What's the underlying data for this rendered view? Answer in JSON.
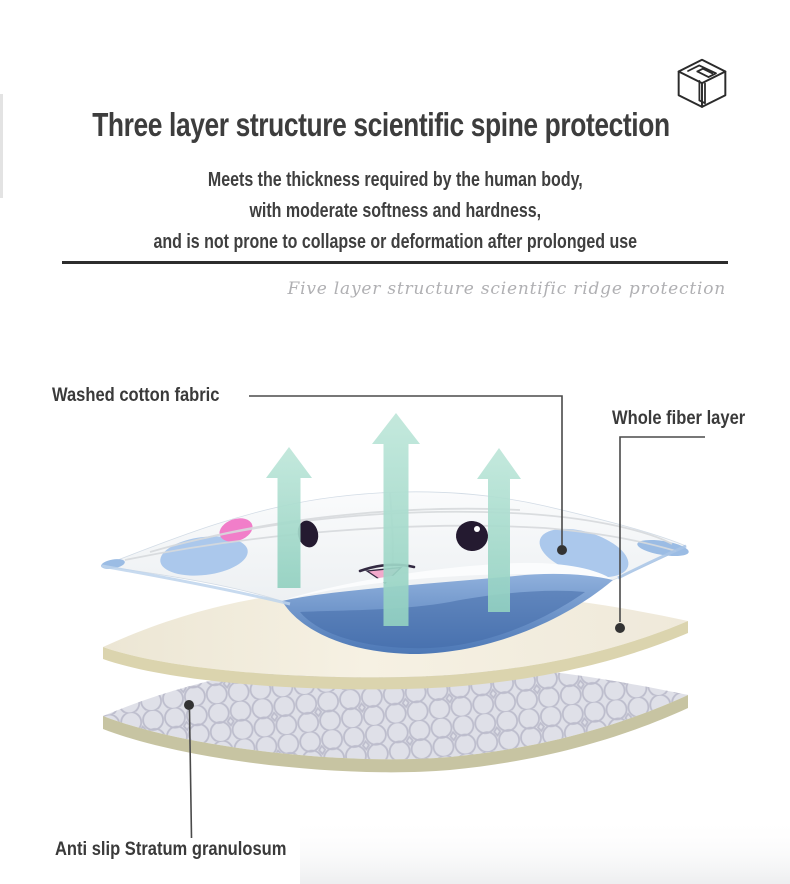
{
  "header": {
    "title": "Three layer structure scientific spine protection",
    "subtitle_lines": [
      "Meets the thickness required by the human body,",
      "with moderate softness and hardness,",
      "and is not prone to collapse or deformation after prolonged use"
    ],
    "tagline": "Five layer structure scientific ridge protection",
    "icon": "box-logo-icon"
  },
  "diagram": {
    "labels": [
      {
        "id": "washed-cotton-fabric",
        "text": "Washed cotton fabric"
      },
      {
        "id": "whole-fiber-layer",
        "text": "Whole fiber layer"
      },
      {
        "id": "anti-slip-layer",
        "text": "Anti slip Stratum granulosum"
      }
    ],
    "icons": [
      "up-arrow-icon",
      "up-arrow-icon",
      "up-arrow-icon"
    ],
    "colors": {
      "arrow_top": "#bfe7da",
      "arrow_bottom": "#92d1c1",
      "wave_top": "#8fb0dc",
      "wave_bottom": "#4d78b6",
      "wave_core": "#3f67a5",
      "fabric_white": "#fafbfc",
      "fabric_shade": "#e8ecef",
      "patch_blue": "#abc8ec",
      "patch_blue_dark": "#9bbce4",
      "patch_pink": "#f17ec9",
      "eye": "#241a30",
      "mouth_pink": "#f2a9cb",
      "middle_surface": "#f6f1e3",
      "middle_surface_side": "#ece6d4",
      "middle_edge": "#dbd4ae",
      "bottom_surface": "#dfe0e8",
      "bottom_pattern": "#b7b8c8",
      "bottom_edge": "#c7c4a2",
      "connector": "#4a4a4a",
      "heading_text": "#3d3d3d",
      "tagline_text": "#b0b0b3",
      "divider": "#2d2d2d",
      "icon_stroke": "#2b2b2b"
    }
  }
}
